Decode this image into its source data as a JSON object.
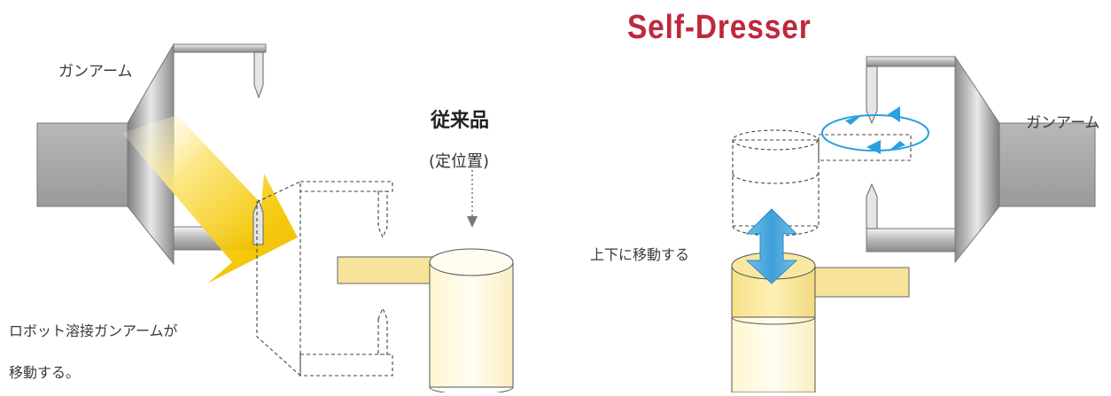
{
  "brand": {
    "text": "Self-Dresser",
    "color": "#c0283c"
  },
  "left_panel": {
    "gun_arm_label": "ガンアーム",
    "conventional_title": "従来品",
    "conventional_subtitle": "(定位置)",
    "robot_caption_line1": "ロボット溶接ガンアームが",
    "robot_caption_line2": "移動する。"
  },
  "right_panel": {
    "gun_arm_label": "ガンアーム",
    "move_label": "上下に移動する"
  },
  "colors": {
    "metal_light": "#eeeeee",
    "metal_dark": "#8c8c8c",
    "dresser_cream": "#fffbe0",
    "dresser_yellow": "#f8e79a",
    "arrow_yellow": "#f3c400",
    "rotate_blue": "#2aa0e0",
    "updown_blue": "#4aa8dc"
  },
  "icons": [
    "rotation-arrow-icon",
    "up-down-arrow-icon",
    "down-arrow-icon",
    "motion-arrow-icon"
  ]
}
